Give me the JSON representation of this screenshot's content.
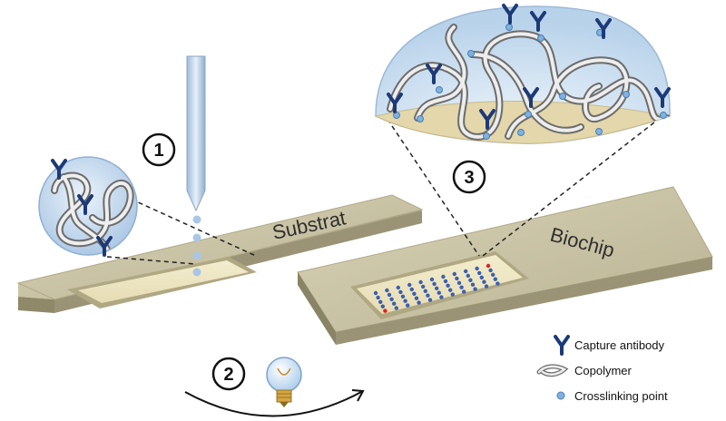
{
  "labels": {
    "substrate": "Substrat",
    "biochip": "Biochip"
  },
  "steps": [
    {
      "number": "1",
      "description": ""
    },
    {
      "number": "2",
      "description": ""
    },
    {
      "number": "3",
      "description": ""
    }
  ],
  "legend": {
    "antibody": "Capture antibody",
    "copolymer": "Copolymer",
    "crosslink": "Crosslinking point"
  },
  "colors": {
    "antibody": "#1c3a78",
    "crosslink": "#7fb2e0",
    "spot_blue": "#3b5fb0",
    "spot_red": "#e0201c",
    "slide": "#c8c1a2",
    "slide_well": "#efe8c6",
    "dome": "#cfe0f0"
  },
  "icons": [
    "y-antibody-icon",
    "polymer-coil-icon",
    "crosslink-dot-icon",
    "lightbulb-icon",
    "pipette-icon"
  ]
}
